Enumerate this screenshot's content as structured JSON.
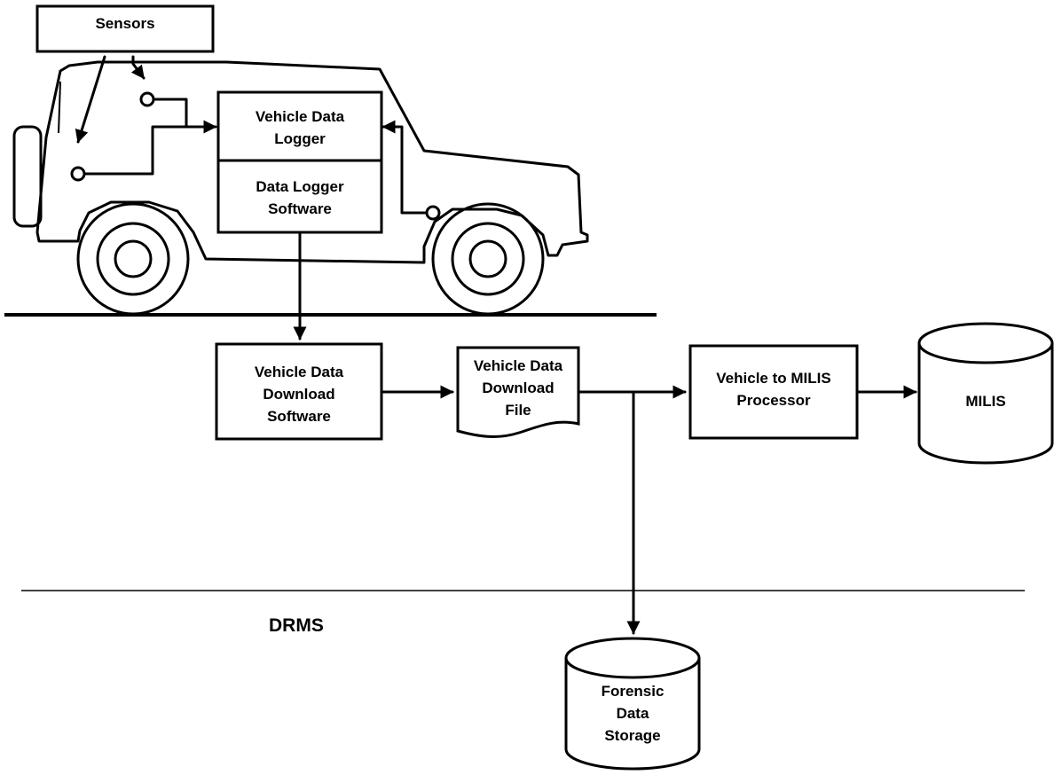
{
  "nodes": {
    "sensors": "Sensors",
    "logger_line1": "Vehicle Data",
    "logger_line2": "Logger",
    "logger_sw_line1": "Data Logger",
    "logger_sw_line2": "Software",
    "download_sw_line1": "Vehicle Data",
    "download_sw_line2": "Download",
    "download_sw_line3": "Software",
    "download_file_line1": "Vehicle Data",
    "download_file_line2": "Download",
    "download_file_line3": "File",
    "processor_line1": "Vehicle to MILIS",
    "processor_line2": "Processor",
    "milis": "MILIS",
    "forensic_line1": "Forensic",
    "forensic_line2": "Data",
    "forensic_line3": "Storage",
    "drms": "DRMS"
  }
}
